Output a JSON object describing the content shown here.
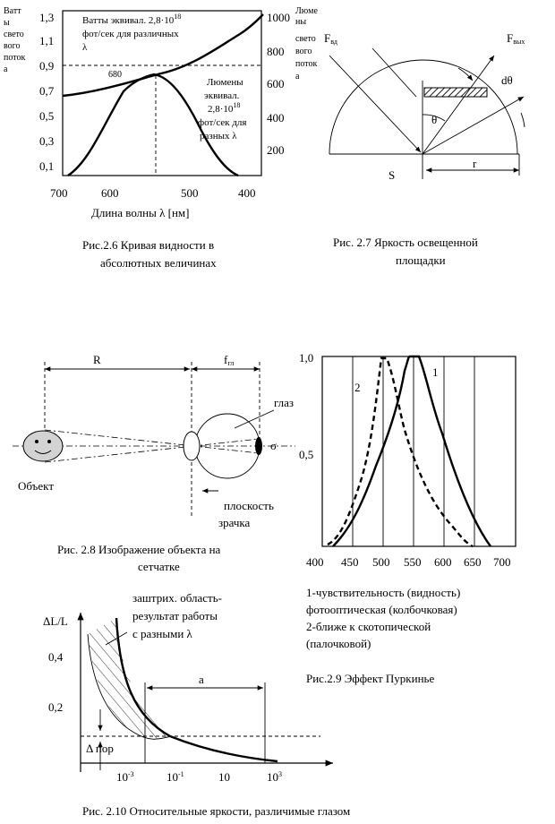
{
  "fig26": {
    "left_title": "Ватт ы свето вого поток а",
    "left_title_lines": [
      "Ватт",
      "ы",
      "свето",
      "вого",
      "поток",
      "а"
    ],
    "left_ticks": [
      "1,3",
      "1,1",
      "0,9",
      "0,7",
      "0,5",
      "0,3",
      "0,1"
    ],
    "right_ticks": [
      "1000",
      "800",
      "600",
      "400",
      "200"
    ],
    "x_ticks": [
      "700",
      "600",
      "500",
      "400"
    ],
    "x_label": "Длина волны λ [нм]",
    "watts_label_line1": "Ватты эквивал. 2,8·10",
    "watts_label_sup": "18",
    "watts_label_line2": "фот/сек для различных",
    "watts_label_line3": "λ",
    "lumens_label_line1": "Люмены",
    "lumens_label_line2": "эквивал.",
    "lumens_label_line3": "2,8·10",
    "lumens_label_sup": "18",
    "lumens_label_line4": "фот/сек для",
    "lumens_label_line5": "разных λ",
    "peak_label": "680",
    "caption_line1": "Рис.2.6     Кривая видности в",
    "caption_line2": "абсолютных величинах"
  },
  "fig27": {
    "left_title": "Люме ны свето вого поток а",
    "left_title_lines": [
      "Люме",
      "ны",
      "свето",
      "вого",
      "поток",
      "а"
    ],
    "f_in": "F",
    "f_in_sub": "вд",
    "f_out": "F",
    "f_out_sub": "вых",
    "d_theta": "dθ",
    "theta": "θ",
    "s_label": "S",
    "r_label": "r",
    "caption_line1": "Рис. 2.7    Яркость освещенной",
    "caption_line2": "площадки"
  },
  "fig28": {
    "r_label": "R",
    "f_label": "f",
    "f_sub": "гл",
    "eye_label": "глаз",
    "sigma_label": "σ",
    "object_label": "Объект",
    "pupil_label_line1": "плоскость",
    "pupil_label_line2": "зрачка",
    "caption_line1": "Рис. 2.8 Изображение объекта на",
    "caption_line2": "сетчатке"
  },
  "fig29": {
    "y_ticks": [
      "1,0",
      "0,5"
    ],
    "x_ticks": [
      "400",
      "450",
      "500",
      "550",
      "600",
      "650",
      "700"
    ],
    "curve1_label": "1",
    "curve2_label": "2",
    "legend_line1": "1-чувствительность (видность)",
    "legend_line2": "фотооптическая (колбочковая)",
    "legend_line3": "2-ближе к скотопической",
    "legend_line4": "(палочковой)",
    "caption": "Рис.2.9     Эффект Пуркинье"
  },
  "fig210": {
    "y_label": "ΔL/L",
    "y_ticks": [
      "0,4",
      "0,2"
    ],
    "threshold_label": "Δ пор",
    "a_label": "a",
    "x_ticks_base": [
      "10",
      "10",
      "10",
      "10"
    ],
    "x_ticks_exp": [
      "-3",
      "-1",
      "",
      "3"
    ],
    "hatch_label_line1": "заштрих. область-",
    "hatch_label_line2": "результат работы",
    "hatch_label_line3": "с разными λ",
    "caption": "Рис. 2.10     Относительные яркости, различимые глазом"
  }
}
